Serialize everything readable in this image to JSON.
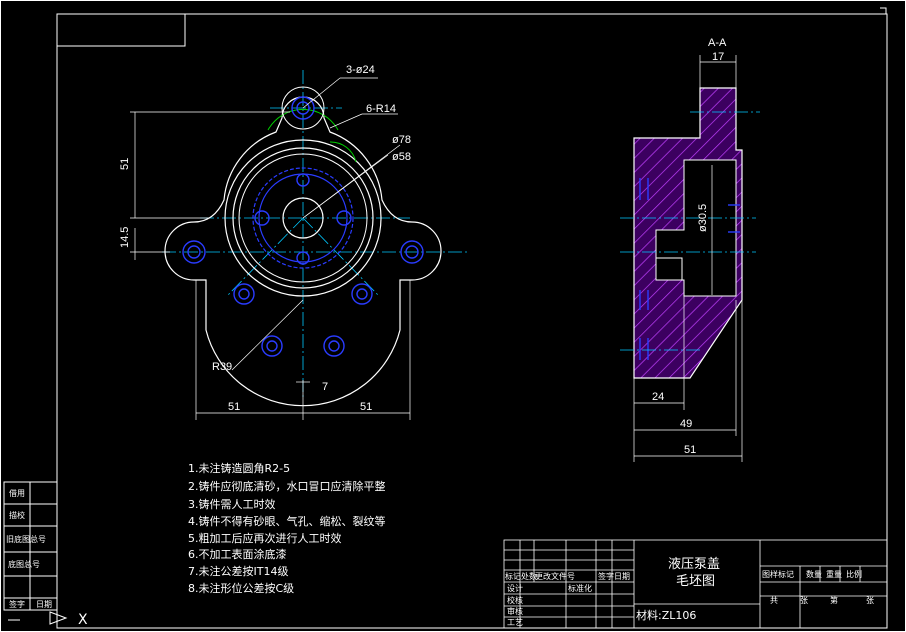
{
  "section_label": "A-A",
  "front_view": {
    "hole_callout": "3-ø24",
    "radius_callout": "6-R14",
    "dia_large": "ø78",
    "dia_small": "ø58",
    "vert_51": "51",
    "vert_14_5": "14.5",
    "r39": "R39",
    "dim_7": "7",
    "left_51": "51",
    "right_51": "51"
  },
  "section_view": {
    "dim_17": "17",
    "dim_dia": "ø30.5",
    "dim_24": "24",
    "dim_49": "49",
    "dim_51": "51"
  },
  "notes": [
    "1.未注铸造圆角R2-5",
    "2.铸件应彻底清砂，水口冒口应清除平整",
    "3.铸件需人工时效",
    "4.铸件不得有砂眼、气孔、缩松、裂纹等",
    "5.粗加工后应再次进行人工时效",
    "6.不加工表面涂底漆",
    "7.未注公差按IT14级",
    "8.未注形位公差按C级"
  ],
  "title_block": {
    "part_name": "液压泵盖",
    "drawing_type": "毛坯图",
    "material": "材料:ZL106",
    "std_label": "标准化",
    "cells_left": [
      "标记",
      "处数",
      "更改文件号",
      "签字",
      "日期",
      "设计",
      "校核",
      "审核",
      "工艺"
    ],
    "cells_right": [
      "图样标记",
      "数量",
      "重量",
      "比例",
      "共",
      "张",
      "第",
      "张"
    ]
  },
  "side_strip": [
    "借用",
    "描校",
    "旧底图总号",
    "底图总号",
    "签字",
    "日期"
  ],
  "colors": {
    "background": "#000000",
    "frame": "#ffffff",
    "center_line": "#00c8ff",
    "hidden_blue": "#2a3cff",
    "green": "#00d000",
    "hatch": "#c040ff",
    "section_fill": "#3c0060"
  }
}
